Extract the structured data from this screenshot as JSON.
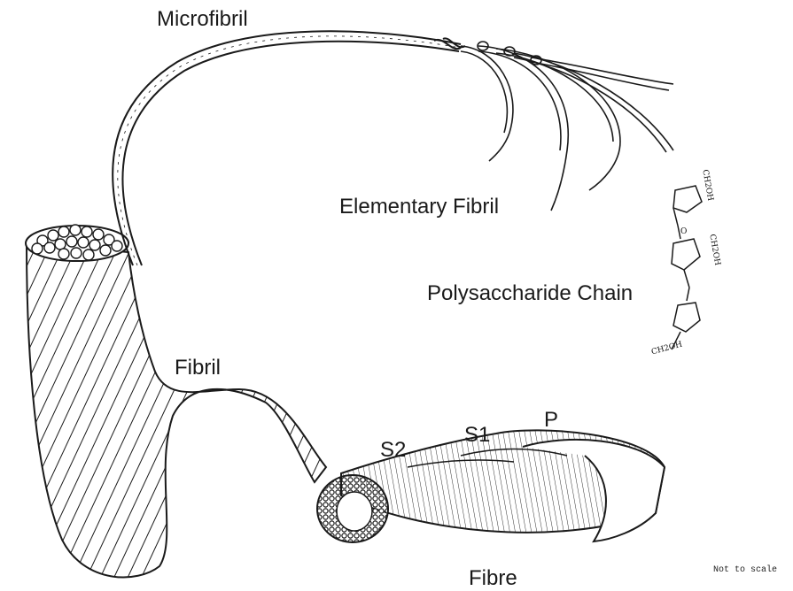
{
  "labels": {
    "microfibril": "Microfibril",
    "elementary_fibril": "Elementary Fibril",
    "polysaccharide_chain": "Polysaccharide Chain",
    "fibril": "Fibril",
    "s2": "S2",
    "s1": "S1",
    "p": "P",
    "fibre": "Fibre",
    "note": "Not to scale"
  },
  "chain_fragments": {
    "top": "CH2OH",
    "middle": "CH2OH",
    "bottom": "CH2OH",
    "oxygen": "O"
  },
  "colors": {
    "ink": "#1a1a1a",
    "background": "#ffffff"
  }
}
